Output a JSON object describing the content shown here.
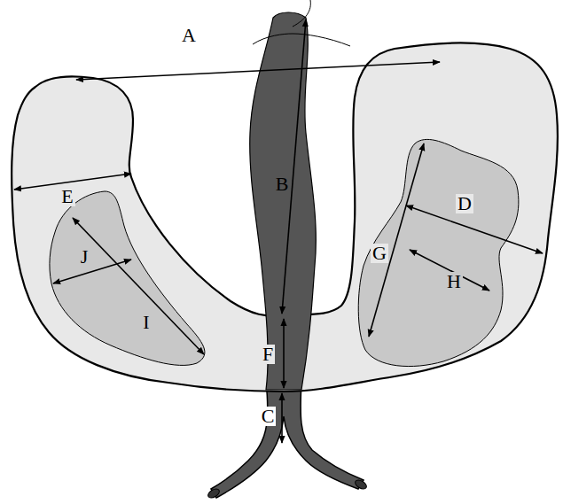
{
  "diagram": {
    "labels": [
      "A",
      "B",
      "E",
      "D",
      "J",
      "H",
      "G",
      "I",
      "F",
      "C"
    ]
  }
}
